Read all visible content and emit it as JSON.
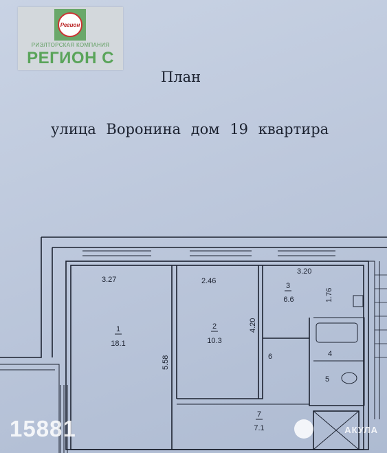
{
  "logo": {
    "badge_text": "Регион",
    "subtitle": "РИЭЛТОРСКАЯ КОМПАНИЯ",
    "name": "РЕГИОН С"
  },
  "title": "План",
  "subtitle": "улица Воронина дом 19 квартира",
  "plan": {
    "dims": {
      "d1": "3.27",
      "d2": "2.46",
      "d3": "3.20",
      "d4": "1.76",
      "d5": "4.20",
      "d6": "5.58"
    },
    "rooms": [
      {
        "num": "1",
        "area": "18.1"
      },
      {
        "num": "2",
        "area": "10.3"
      },
      {
        "num": "3",
        "area": "6.6"
      },
      {
        "num": "4"
      },
      {
        "num": "5"
      },
      {
        "num": "6"
      },
      {
        "num": "7",
        "area": "7.1"
      }
    ]
  },
  "watermark": {
    "id": "15881",
    "brand": "АКУЛА"
  }
}
